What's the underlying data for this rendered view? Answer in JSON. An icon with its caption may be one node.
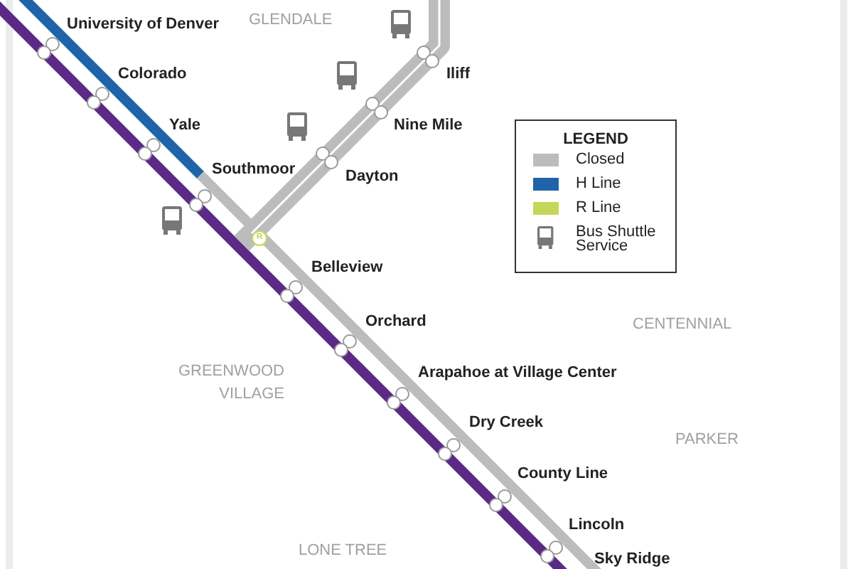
{
  "diagram": {
    "labels": [
      "GLENDALE",
      "University of Denver",
      "Iliff",
      "Colorado",
      "Nine Mile",
      "LEGEND",
      "Yale",
      "Dayton",
      "Southmoor",
      "R",
      "Belleview",
      "Orchard",
      "CENTENNIAL",
      "Arapahoe at Village Center",
      "GREENWOOD VILLAGE",
      "Dry Creek",
      "PARKER",
      "County Line",
      "Lincoln",
      "LONE TREE",
      "Sky Ridge"
    ],
    "legend": [
      {
        "text": "Closed",
        "color": "#bcbcbe"
      },
      {
        "text": "H Line",
        "color": "#1f64a8"
      },
      {
        "text": "R Line",
        "color": "#c6d65a"
      },
      {
        "text": "Bus Shuttle Service"
      }
    ]
  }
}
